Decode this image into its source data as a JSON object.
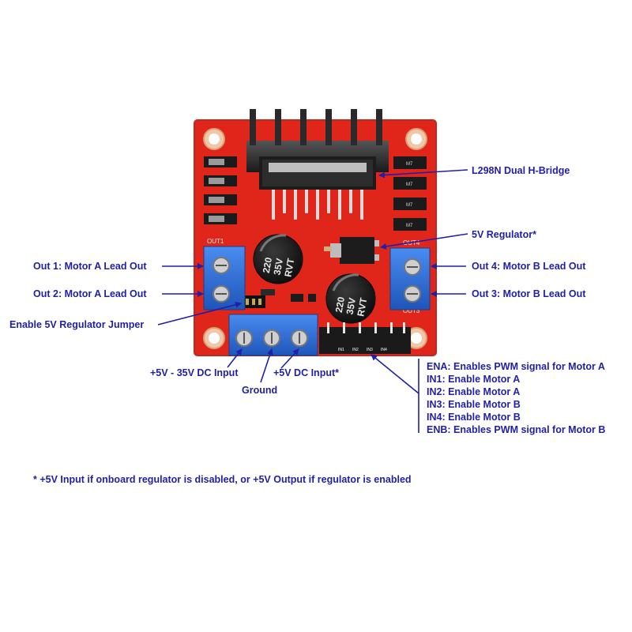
{
  "labels": {
    "chip": "L298N Dual H-Bridge",
    "regulator": "5V Regulator*",
    "out1": "Out 1: Motor A Lead Out",
    "out2": "Out 2: Motor A Lead Out",
    "out4": "Out 4: Motor B Lead Out",
    "out3": "Out 3: Motor B Lead Out",
    "jumper": "Enable 5V Regulator Jumper",
    "power_in": "+5V - 35V DC Input",
    "ground": "Ground",
    "five_v_in": "+5V DC Input*"
  },
  "pins": [
    "ENA: Enables PWM signal for Motor A",
    "IN1: Enable Motor A",
    "IN2: Enable Motor A",
    "IN3: Enable Motor B",
    "IN4: Enable Motor B",
    "ENB: Enables PWM signal for Motor B"
  ],
  "footnote": "*  +5V Input if onboard regulator is disabled, or +5V Output if regulator is enabled",
  "board_silk": {
    "out1": "OUT1",
    "out4": "OUT4",
    "out3": "OUT3",
    "cap_text_1": "220",
    "cap_text_2": "35V",
    "cap_text_3": "RVT",
    "diode": "M7",
    "header": [
      "IN1",
      "IN2",
      "IN3",
      "IN4"
    ]
  },
  "colors": {
    "label": "#1f1fa8",
    "board": "#e0261b",
    "terminal": "#2f6fd6"
  }
}
